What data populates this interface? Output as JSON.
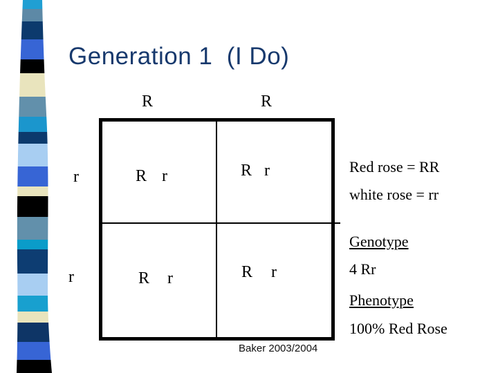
{
  "slide": {
    "title": "Generation 1  (I Do)",
    "credit": "Baker 2003/2004"
  },
  "punnett": {
    "col_headers": [
      "R",
      "R"
    ],
    "row_headers": [
      "r",
      "r"
    ],
    "cells": [
      [
        "R",
        "r"
      ],
      [
        "R",
        "r"
      ],
      [
        "R",
        "r"
      ],
      [
        "R",
        "r"
      ]
    ]
  },
  "notes": {
    "key_red": "Red rose = RR",
    "key_white": "white rose = rr",
    "genotype_heading": "Genotype",
    "genotype_value": "4 Rr",
    "phenotype_heading": "Phenotype",
    "phenotype_value": "100% Red Rose"
  },
  "colors": {
    "background": "#ffffff",
    "title_text": "#17396d",
    "body_text": "#000000",
    "ribbon_segments": [
      "#209fd3",
      "#5d89a6",
      "#0c3a6d",
      "#3765d5",
      "#000000",
      "#e9e4bd",
      "#6290ab",
      "#1b96cd",
      "#0c3a6d",
      "#a8cef2",
      "#3765d5",
      "#e9e4bd",
      "#000000",
      "#6290ab",
      "#0a9cc9",
      "#0d3d72",
      "#a8cef2",
      "#18a0cf",
      "#e9e4bd",
      "#0e3566",
      "#3765d5",
      "#000000"
    ]
  }
}
